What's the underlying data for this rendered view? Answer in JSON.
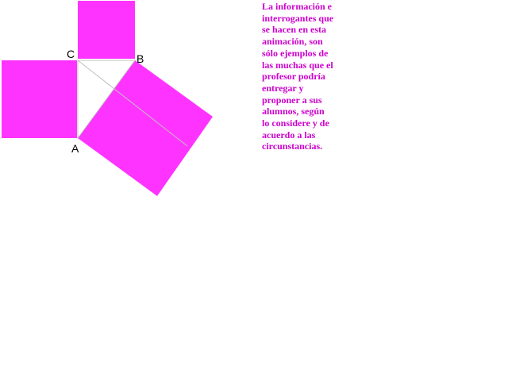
{
  "colors": {
    "square_fill": "#ff33ff",
    "triangle_stroke": "#c0c0c0",
    "label_color": "#000000",
    "text_color": "#cc00cc"
  },
  "figure": {
    "vertex_labels": {
      "A": "A",
      "B": "B",
      "C": "C"
    }
  },
  "note": {
    "lines": [
      "La información e",
      "interrogantes que",
      "se hacen en esta",
      "animación,  son",
      "sólo ejemplos de",
      "las muchas que el",
      "profesor podría",
      "entregar y",
      "proponer a sus",
      "alumnos, según",
      "lo considere y  de",
      "acuerdo a las",
      "circunstancias."
    ]
  }
}
